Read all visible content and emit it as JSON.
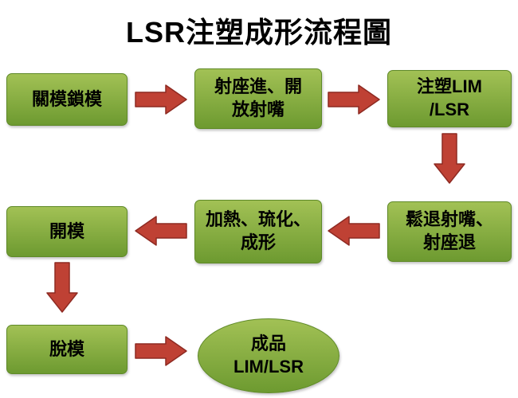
{
  "title": "LSR注塑成形流程圖",
  "colors": {
    "background": "#ffffff",
    "text": "#000000",
    "node_green_top": "#a2c155",
    "node_green_bottom": "#6d9a30",
    "node_border": "#5f8a28",
    "arrow_red": "#bf4134",
    "arrow_border": "#8e2a22"
  },
  "nodes": [
    {
      "id": "step-1",
      "label": "關模鎖模",
      "shape": "rect"
    },
    {
      "id": "step-2",
      "label": "射座進、開\n放射嘴",
      "shape": "rect"
    },
    {
      "id": "step-3",
      "label": "注塑LIM\n/LSR",
      "shape": "rect"
    },
    {
      "id": "step-4",
      "label": "鬆退射嘴、\n射座退",
      "shape": "rect"
    },
    {
      "id": "step-5",
      "label": "加熱、琉化、\n成形",
      "shape": "rect"
    },
    {
      "id": "step-6",
      "label": "開模",
      "shape": "rect"
    },
    {
      "id": "step-7",
      "label": "脫模",
      "shape": "rect"
    },
    {
      "id": "step-8",
      "label": "成品\nLIM/LSR",
      "shape": "ellipse"
    }
  ],
  "arrows": [
    {
      "from": "step-1",
      "to": "step-2",
      "direction": "right"
    },
    {
      "from": "step-2",
      "to": "step-3",
      "direction": "right"
    },
    {
      "from": "step-3",
      "to": "step-4",
      "direction": "down"
    },
    {
      "from": "step-4",
      "to": "step-5",
      "direction": "left"
    },
    {
      "from": "step-5",
      "to": "step-6",
      "direction": "left"
    },
    {
      "from": "step-6",
      "to": "step-7",
      "direction": "down"
    },
    {
      "from": "step-7",
      "to": "step-8",
      "direction": "right"
    }
  ]
}
